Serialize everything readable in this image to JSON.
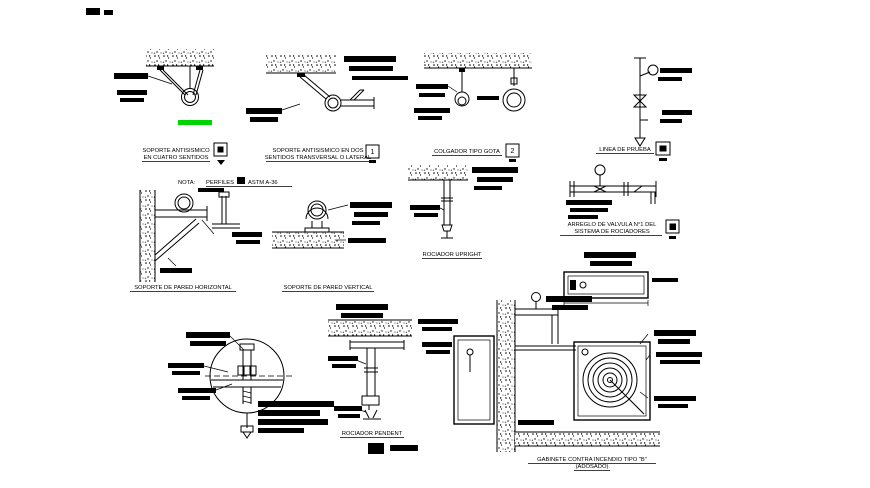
{
  "drawing": {
    "background": "#ffffff",
    "ink": "#000000",
    "highlight": "#00d400"
  },
  "note": {
    "label": "NOTA:",
    "part1": "PERFILES",
    "part2": "ASTM  A-36"
  },
  "details": [
    {
      "name": "soporte-antisismico-4-sentidos",
      "title1": "SOPORTE ANTISISMICO",
      "title2": "EN CUATRO SENTIDOS",
      "tag": ""
    },
    {
      "name": "soporte-antisismico-2-sentidos",
      "title1": "SOPORTE ANTISISMICO EN DOS",
      "title2": "SENTIDOS TRANSVERSAL O LATERAL",
      "tag": "1"
    },
    {
      "name": "colgador-tipo-gota",
      "title1": "COLGADOR TIPO GOTA",
      "tag": "2"
    },
    {
      "name": "linea-de-prueba",
      "title1": "LINEA DE PRUEBA",
      "tag": ""
    },
    {
      "name": "soporte-pared-horizontal",
      "title1": "SOPORTE DE PARED HORIZONTAL"
    },
    {
      "name": "soporte-pared-vertical",
      "title1": "SOPORTE DE PARED VERTICAL"
    },
    {
      "name": "rociador-upright",
      "title1": "ROCIADOR UPRIGHT"
    },
    {
      "name": "arreglo-valvula",
      "title1": "ARREGLO DE VALVULA N°1 DEL",
      "title2": "SISTEMA DE ROCIADORES",
      "tag": ""
    },
    {
      "name": "rociador-pendent",
      "title1": "ROCIADOR PENDENT"
    },
    {
      "name": "gabinete-contra-incendio",
      "title1": "GABINETE CONTRA INCENDIO TIPO \"B\"",
      "title2": "(ADOSADO)"
    }
  ]
}
